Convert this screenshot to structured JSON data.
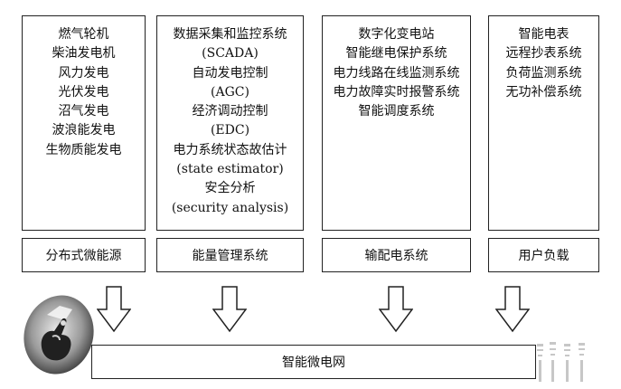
{
  "columns": [
    {
      "id": "distributed-sources",
      "items": [
        "燃气轮机",
        "柴油发电机",
        "风力发电",
        "光伏发电",
        "沼气发电",
        "波浪能发电",
        "生物质能发电"
      ],
      "label": "分布式微能源"
    },
    {
      "id": "energy-management",
      "items": [
        "数据采集和监控系统",
        "(SCADA)",
        "自动发电控制",
        "(AGC)",
        "经济调动控制",
        "(EDC)",
        "电力系统状态故估计",
        "(state estimator)",
        "安全分析",
        "(security analysis)"
      ],
      "label": "能量管理系统"
    },
    {
      "id": "transmission-distribution",
      "items": [
        "数字化变电站",
        "智能继电保护系统",
        "电力线路在线监测系统",
        "电力故障实时报警系统",
        "智能调度系统"
      ],
      "label": "输配电系统"
    },
    {
      "id": "user-load",
      "items": [
        "智能电表",
        "远程抄表系统",
        "负荷监测系统",
        "无功补偿系统"
      ],
      "label": "用户负载"
    }
  ],
  "bottom": {
    "label": "智能微电网"
  },
  "icons": [
    "down-arrow-icon",
    "hand-touch-icon"
  ],
  "colors": {
    "line": "#222222",
    "background": "#ffffff"
  }
}
